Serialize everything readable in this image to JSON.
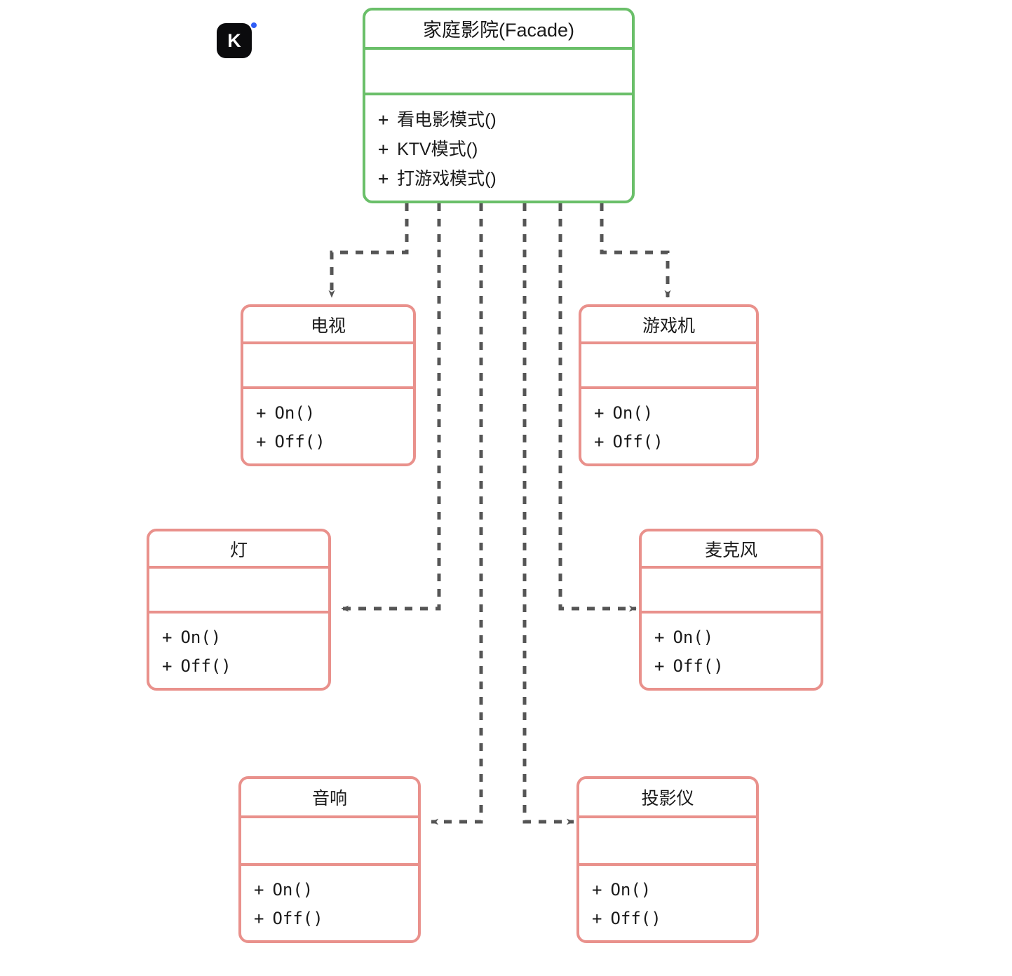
{
  "diagram": {
    "kind": "uml-class-diagram",
    "pattern": "Facade",
    "colors": {
      "facade_border": "#6ABF69",
      "subsystem_border": "#E9918C",
      "edge": "#555555",
      "background": "#FFFFFF",
      "logo_background": "#0B0B0D",
      "logo_dot": "#2F5DF6"
    }
  },
  "logo": {
    "letter": "K",
    "name": "k-logo-icon"
  },
  "facade": {
    "name": "家庭影院(Facade)",
    "attributes": [],
    "operations": [
      {
        "visibility": "+",
        "signature": "看电影模式()"
      },
      {
        "visibility": "+",
        "signature": "KTV模式()"
      },
      {
        "visibility": "+",
        "signature": "打游戏模式()"
      }
    ]
  },
  "subsystems": [
    {
      "id": "tv",
      "name": "电视",
      "attributes": [],
      "operations": [
        {
          "visibility": "+",
          "signature": "On()"
        },
        {
          "visibility": "+",
          "signature": "Off()"
        }
      ]
    },
    {
      "id": "console",
      "name": "游戏机",
      "attributes": [],
      "operations": [
        {
          "visibility": "+",
          "signature": "On()"
        },
        {
          "visibility": "+",
          "signature": "Off()"
        }
      ]
    },
    {
      "id": "light",
      "name": "灯",
      "attributes": [],
      "operations": [
        {
          "visibility": "+",
          "signature": "On()"
        },
        {
          "visibility": "+",
          "signature": "Off()"
        }
      ]
    },
    {
      "id": "microphone",
      "name": "麦克风",
      "attributes": [],
      "operations": [
        {
          "visibility": "+",
          "signature": "On()"
        },
        {
          "visibility": "+",
          "signature": "Off()"
        }
      ]
    },
    {
      "id": "speaker",
      "name": "音响",
      "attributes": [],
      "operations": [
        {
          "visibility": "+",
          "signature": "On()"
        },
        {
          "visibility": "+",
          "signature": "Off()"
        }
      ]
    },
    {
      "id": "projector",
      "name": "投影仪",
      "attributes": [],
      "operations": [
        {
          "visibility": "+",
          "signature": "On()"
        },
        {
          "visibility": "+",
          "signature": "Off()"
        }
      ]
    }
  ],
  "edges": [
    {
      "from": "facade",
      "to": "tv",
      "style": "dashed",
      "arrow": "open",
      "label": ""
    },
    {
      "from": "facade",
      "to": "light",
      "style": "dashed",
      "arrow": "open",
      "label": ""
    },
    {
      "from": "facade",
      "to": "speaker",
      "style": "dashed",
      "arrow": "open",
      "label": ""
    },
    {
      "from": "facade",
      "to": "projector",
      "style": "dashed",
      "arrow": "open",
      "label": ""
    },
    {
      "from": "facade",
      "to": "microphone",
      "style": "dashed",
      "arrow": "open",
      "label": ""
    },
    {
      "from": "facade",
      "to": "console",
      "style": "dashed",
      "arrow": "open",
      "label": ""
    }
  ]
}
